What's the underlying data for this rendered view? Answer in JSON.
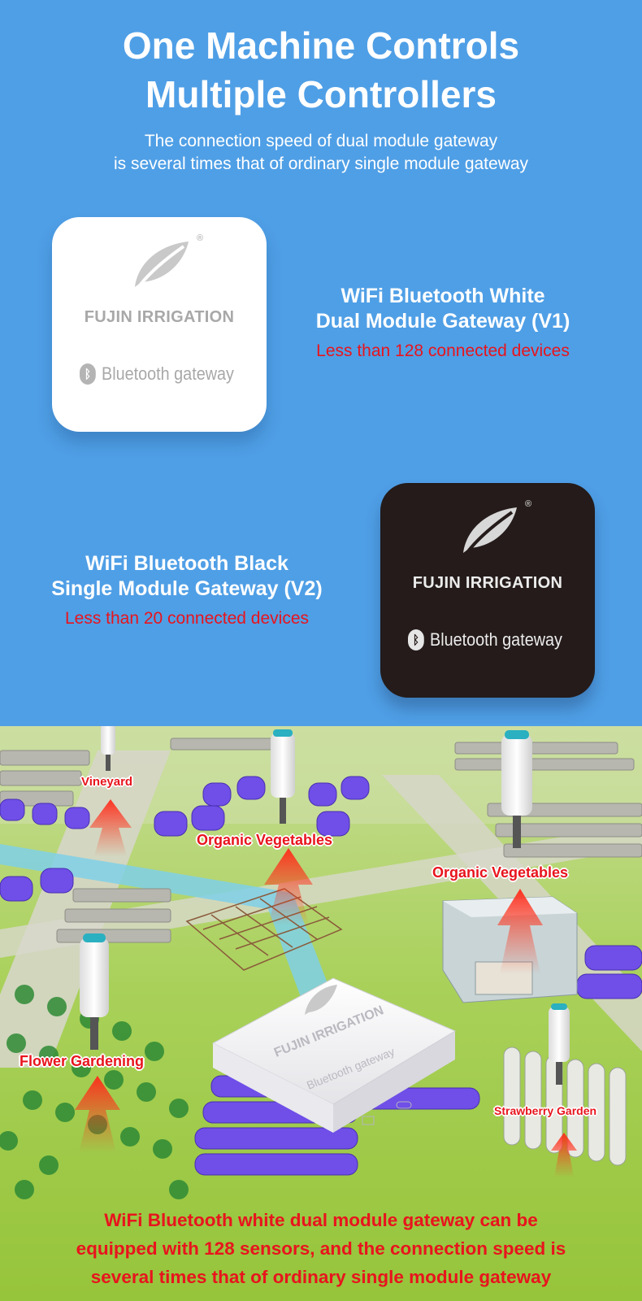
{
  "headline": {
    "line1": "One Machine Controls",
    "line2": "Multiple Controllers"
  },
  "subline": {
    "line1": "The connection speed of dual module gateway",
    "line2": "is several times that of ordinary single module gateway"
  },
  "device_white": {
    "brand": "FUJIN IRRIGATION",
    "bt_text": "Bluetooth gateway",
    "registered": "®",
    "name_line1": "WiFi Bluetooth White",
    "name_line2": "Dual Module Gateway (V1)",
    "limit": "Less than 128 connected devices"
  },
  "device_black": {
    "brand": "FUJIN IRRIGATION",
    "bt_text": "Bluetooth gateway",
    "registered": "®",
    "name_line1": "WiFi Bluetooth Black",
    "name_line2": "Single Module Gateway (V2)",
    "limit": "Less than 20 connected devices"
  },
  "scene": {
    "labels": {
      "vineyard": "Vineyard",
      "organic1": "Organic Vegetables",
      "organic2": "Organic Vegetables",
      "flower": "Flower Gardening",
      "strawberry": "Strawberry Garden"
    },
    "gateway_brand": "FUJIN IRRIGATION",
    "gateway_bt_text": "Bluetooth gateway",
    "bottom_line1": "WiFi Bluetooth white dual module gateway can be",
    "bottom_line2": "equipped with 128 sensors, and the connection speed is",
    "bottom_line3": "several times that of ordinary single module gateway"
  },
  "colors": {
    "background": "#4f9fe6",
    "accent_red": "#e8141d",
    "greenhouse_purple": "#6f4fe8",
    "field_green": "#9ccb42"
  }
}
